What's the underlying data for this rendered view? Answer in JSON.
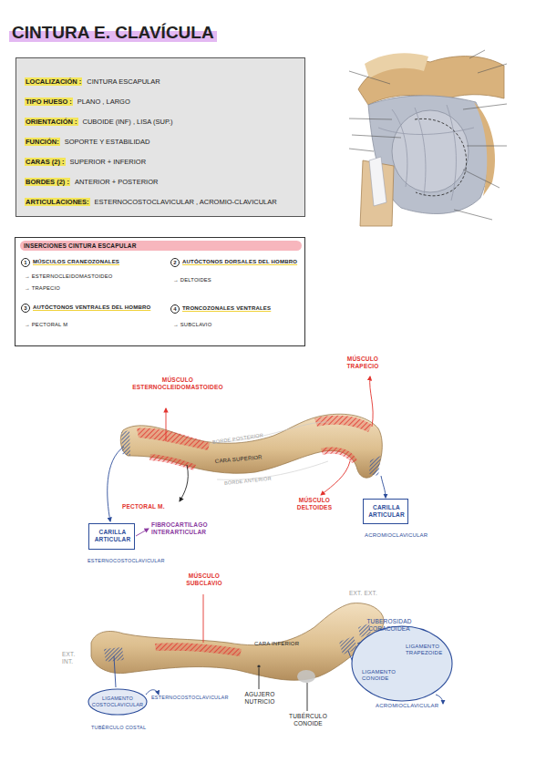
{
  "diagram": {
    "title": "CINTURA E. CLAVÍCULA",
    "nodes": [
      {
        "text": [
          "LOCALIZACIÓN :",
          "CINTURA ESCAPULAR",
          "TIPO HUESO :",
          "PLANO , LARGO",
          "ORIENTACIÓN :",
          "CUBOIDE (INF) , LISA (SUP.)",
          "FUNCIÓN:",
          "SOPORTE Y ESTABILIDAD",
          "CARAS (2) :",
          "SUPERIOR + INFERIOR",
          "BORDES (2) :",
          "ANTERIOR + POSTERIOR",
          "ARTICULACIONES:",
          "ESTERNOCOSTOCLAVICULAR , ACROMIO-CLAVICULAR"
        ]
      },
      {
        "text": [
          "INSERCIONES CINTURA ESCAPULAR",
          "1",
          "MÚSCULOS CRANEOZONALES",
          "→ ESTERNOCLEIDOMASTOIDEO",
          "→ TRAPECIO",
          "2",
          "AUTÓCTONOS DORSALES DEL HOMBRO",
          "→ DELTOIDES",
          "3",
          "AUTÓCTONOS VENTRALES DEL HOMBRO",
          "→ PECTORAL M",
          "4",
          "TRONCOZONALES VENTRALES",
          "→ SUBCLAVIO"
        ]
      },
      {
        "text": [
          "CARILLA ARTICULAR",
          "ACROMIOCLAVICULAR"
        ]
      },
      {
        "text": [
          "CARILLA ARTICULAR",
          "ESTERNOCOSTOCLAVICULAR"
        ]
      },
      {
        "text": [
          "LIGAMENTO COSTOCLAVICULAR",
          "TUBÉRCULO COSTAL"
        ]
      },
      {
        "text": [
          "LIGAMENTO TRAPEZOIDE",
          "LIGAMENTO CONOIDE"
        ]
      }
    ],
    "labels": [
      "MÚSCULO TRAPECIO",
      "MÚSCULO ESTERNOCLEIDOMASTOIDEO",
      "BORDE POSTERIOR",
      "CARA SUPERIOR",
      "BORDE ANTERIOR",
      "PECTORAL M.",
      "MÚSCULO DELTOIDES",
      "FIBROCARTILAGO INTERARTICULAR",
      "MÚSCULO SUBCLAVIO",
      "EXT. EXT.",
      "TUBEROSIDAD CORACOIDEA",
      "EXT. INT.",
      "CARA INFERIOR",
      "AGUJERO NUTRICIO",
      "ESTERNOCOSTOCLAVICULAR",
      "TUBÉRCULO CONOIDE",
      "ACROMIOCLAVICULAR"
    ]
  }
}
